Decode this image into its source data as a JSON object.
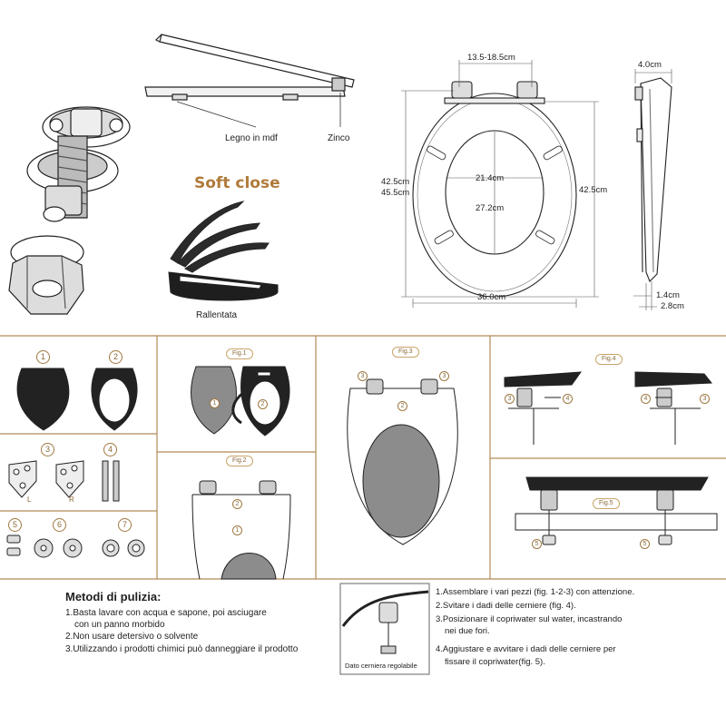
{
  "top": {
    "lid_labels": {
      "material": "Legno in mdf",
      "hinge": "Zinco"
    },
    "soft_close": {
      "title": "Soft close",
      "caption": "Rallentata"
    },
    "dims_front": {
      "hinge_spacing": "13.5-18.5cm",
      "height_left_a": "42.5cm",
      "height_left_b": "45.5cm",
      "height_right": "42.5cm",
      "inner_width": "21.4cm",
      "inner_length": "27.2cm",
      "width": "36.0cm"
    },
    "dims_side": {
      "thickness_top": "4.0cm",
      "thick_1": "1.4cm",
      "thick_2": "2.8cm"
    }
  },
  "parts": {
    "n1": "1",
    "n2": "2",
    "n3": "3",
    "n4": "4",
    "n5": "5",
    "n6": "6",
    "n7": "7",
    "hinge_left": "L",
    "hinge_right": "R"
  },
  "figs": {
    "fig1": "Fig.1",
    "fig2": "Fig.2",
    "fig3": "Fig.3",
    "fig4": "Fig.4",
    "fig5": "Fig.5",
    "n1": "1",
    "n2": "2",
    "n3": "3",
    "n4": "4",
    "n5": "5"
  },
  "cleaning": {
    "title": "Metodi di pulizia:",
    "lines": [
      "1.Basta lavare con acqua e sapone, poi asciugare",
      "con un panno morbido",
      "2.Non usare detersivo o solvente",
      "3.Utilizzando i prodotti chimici può danneggiare il prodotto"
    ]
  },
  "hinge_note": "Dato cerniera regolabile",
  "steps": [
    "1.Assemblare i vari pezzi (fig. 1-2-3) con attenzione.",
    "2.Svitare i dadi delle cerniere (fig. 4).",
    "3.Posizionare il copriwater sul water, incastrando",
    "nei due fori.",
    "4.Aggiustare e avvitare i dadi delle cerniere per",
    "fissare il copriwater(fig. 5)."
  ],
  "colors": {
    "accent": "#b08b57",
    "soft_close": "#b07a3a",
    "dark": "#2b2b2b",
    "grey": "#8c8c8c"
  }
}
